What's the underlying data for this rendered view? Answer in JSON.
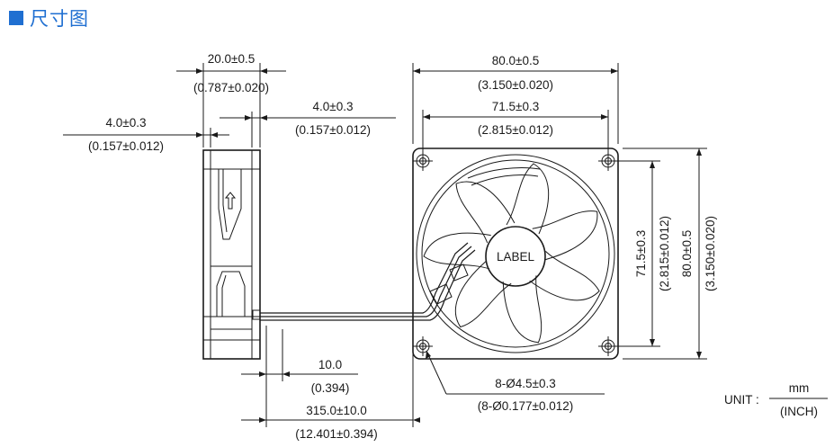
{
  "header": {
    "title": "尺寸图",
    "accent_color": "#1f6fd1"
  },
  "side_view": {
    "width_dim": {
      "value": "20.0±0.5",
      "inch": "(0.787±0.020)"
    },
    "right_flange_dim": {
      "value": "4.0±0.3",
      "inch": "(0.157±0.012)"
    },
    "left_flange_dim": {
      "value": "4.0±0.3",
      "inch": "(0.157±0.012)"
    },
    "wire_offset_dim": {
      "value": "10.0",
      "inch": "(0.394)"
    },
    "lead_length_dim": {
      "value": "315.0±10.0",
      "inch": "(12.401±0.394)"
    },
    "airflow_icon": "arrow-icon"
  },
  "front_view": {
    "overall_width_dim": {
      "value": "80.0±0.5",
      "inch": "(3.150±0.020)"
    },
    "hole_pitch_width_dim": {
      "value": "71.5±0.3",
      "inch": "(2.815±0.012)"
    },
    "hole_pitch_height_dim": {
      "value": "71.5±0.3",
      "inch": "(2.815±0.012)"
    },
    "overall_height_dim": {
      "value": "80.0±0.5",
      "inch": "(3.150±0.020)"
    },
    "hole_dim": {
      "value": "8-Ø4.5±0.3",
      "inch": "(8-Ø0.177±0.012)"
    },
    "hub_label": "LABEL"
  },
  "units": {
    "prefix": "UNIT :",
    "primary": "mm",
    "secondary": "(INCH)"
  }
}
